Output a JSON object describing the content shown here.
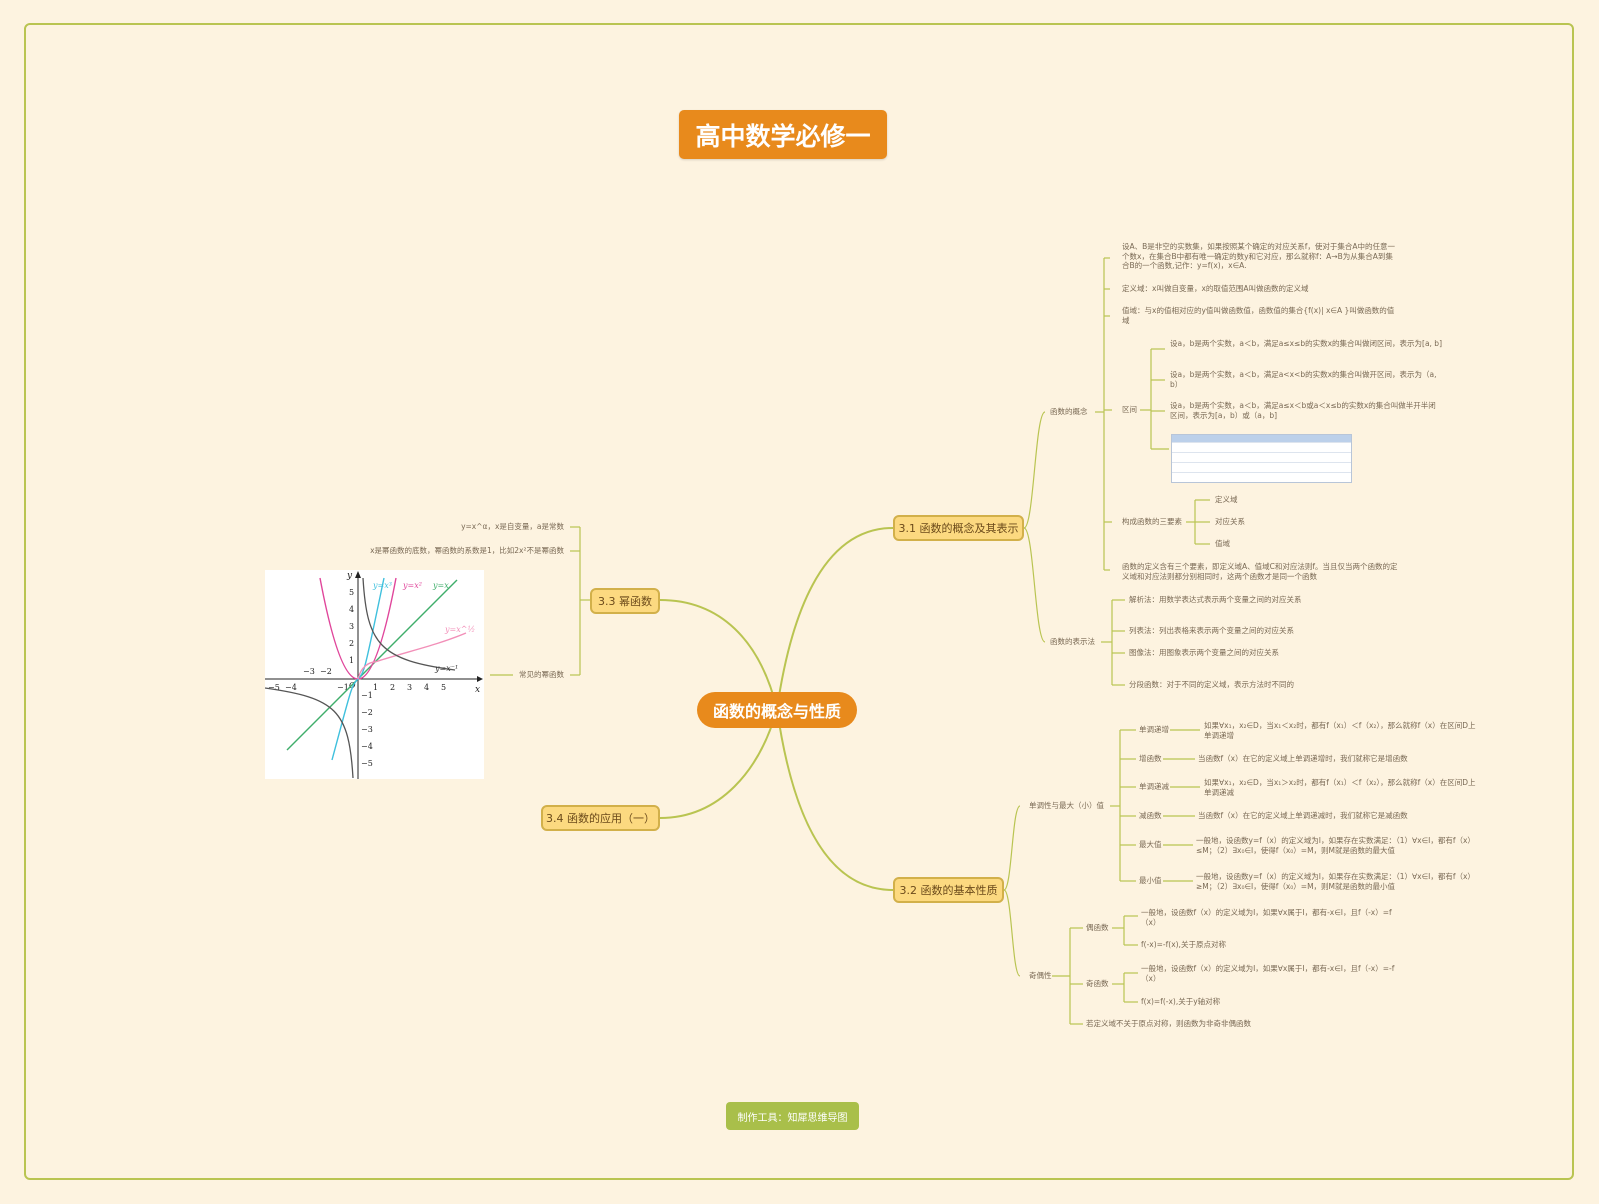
{
  "title": "高中数学必修一",
  "root": "函数的概念与性质",
  "footer": "制作工具：知犀思维导图",
  "colors": {
    "background": "#fdf3e0",
    "accent": "#e88a1c",
    "branch_fill": "#fcd980",
    "line": "#b9c451",
    "footer": "#a9bf4a"
  },
  "branches": {
    "b31": "3.1 函数的概念及其表示",
    "b32": "3.2 函数的基本性质",
    "b33": "3.3 幂函数",
    "b34": "3.4 函数的应用（一）"
  },
  "concept": {
    "label": "函数的概念",
    "def": "设A、B是非空的实数集，如果按照某个确定的对应关系f，使对于集合A中的任意一个数x，在集合B中都有唯一确定的数y和它对应，那么就称f：A→B为从集合A到集合B的一个函数,记作：y=f(x)，x∈A.",
    "domain": "定义域：x叫做自变量，x的取值范围A叫做函数的定义域",
    "range": "值域：与x的值相对应的y值叫做函数值，函数值的集合{f(x)| x∈A }叫做函数的值域",
    "interval_label": "区间",
    "closed": "设a，b是两个实数，a＜b，满足a≤x≤b的实数x的集合叫做闭区间，表示为[a, b]",
    "open": "设a，b是两个实数，a＜b，满足a<x<b的实数x的集合叫做开区间，表示为（a, b）",
    "half": "设a，b是两个实数，a＜b，满足a≤x＜b或a＜x≤b的实数x的集合叫做半开半闭区间，表示为[a，b）或（a，b]",
    "three_label": "构成函数的三要素",
    "three_items": [
      "定义域",
      "对应关系",
      "值域"
    ],
    "same": "函数的定义含有三个要素，即定义域A、值域C和对应法则f。当且仅当两个函数的定义域和对应法则都分别相同时，这两个函数才是同一个函数"
  },
  "repr": {
    "label": "函数的表示法",
    "items": [
      "解析法：用数学表达式表示两个变量之间的对应关系",
      "列表法：列出表格来表示两个变量之间的对应关系",
      "图像法：用图象表示两个变量之间的对应关系",
      "分段函数：对于不同的定义域，表示方法时不同的"
    ]
  },
  "mono": {
    "label": "单调性与最大（小）值",
    "inc_label": "单调递增",
    "inc": "如果∀x₁，x₂∈D，当x₁＜x₂时，都有f（x₁）＜f（x₂），那么就称f（x）在区间D上单调递增",
    "incf_label": "增函数",
    "incf": "当函数f（x）在它的定义域上单调递增时，我们就称它是增函数",
    "dec_label": "单调递减",
    "dec": "如果∀x₁，x₂∈D，当x₁＞x₂时，都有f（x₁）＜f（x₂），那么就称f（x）在区间D上单调递减",
    "decf_label": "减函数",
    "decf": "当函数f（x）在它的定义域上单调递减时，我们就称它是减函数",
    "max_label": "最大值",
    "max": "一般地，设函数y=f（x）的定义域为I，如果存在实数满足：（1）∀x∈I，都有f（x）≤M；（2）∃x₀∈I，使得f（x₀）=M，则M就是函数的最大值",
    "min_label": "最小值",
    "min": "一般地，设函数y=f（x）的定义域为I，如果存在实数满足：（1）∀x∈I，都有f（x）≥M；（2）∃x₀∈I，使得f（x₀）=M，则M就是函数的最小值"
  },
  "parity": {
    "label": "奇偶性",
    "even_label": "偶函数",
    "even_def": "一般地，设函数f（x）的定义域为I，如果∀x属于I，都有-x∈I，且f（-x）=f（x）",
    "even_sym": "f(-x)=-f(x),关于原点对称",
    "odd_label": "奇函数",
    "odd_def": "一般地，设函数f（x）的定义域为I，如果∀x属于I，都有-x∈I，且f（-x）=-f（x）",
    "odd_sym": "f(x)=f(-x),关于y轴对称",
    "neither": "若定义域不关于原点对称，则函数为非奇非偶函数"
  },
  "power": {
    "def": "y=x^α，x是自变量，a是常数",
    "note": "x是幂函数的底数，幂函数的系数是1，比如2x²不是幂函数",
    "common": "常见的幂函数",
    "graph": {
      "x_ticks": [
        "−5",
        "−4",
        "−3",
        "−2",
        "−1",
        "1",
        "2",
        "3",
        "4",
        "5"
      ],
      "y_ticks": [
        "5",
        "4",
        "3",
        "2",
        "1",
        "−1",
        "−2",
        "−3",
        "−4",
        "−5"
      ],
      "x_label": "x",
      "y_label": "y",
      "origin": "O",
      "curves": [
        "y=x³",
        "y=x²",
        "y=x",
        "y=x^½",
        "y=x⁻¹"
      ]
    }
  }
}
